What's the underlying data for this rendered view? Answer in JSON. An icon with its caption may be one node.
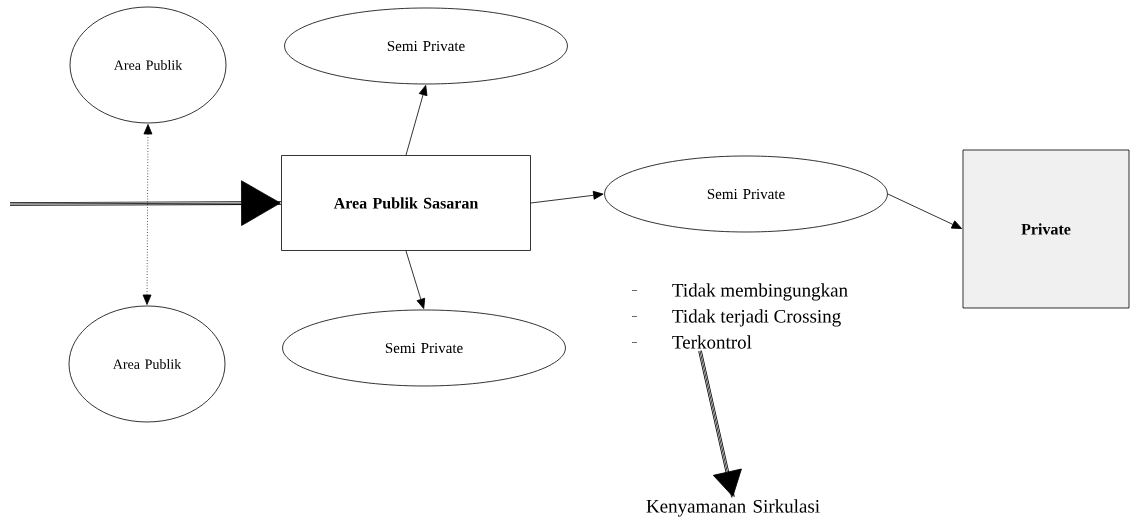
{
  "diagram": {
    "nodes": [
      {
        "text": [
          "Area Publik"
        ]
      },
      {
        "text": [
          "Area Publik"
        ]
      },
      {
        "text": [
          "Area Publik Sasaran"
        ]
      },
      {
        "text": [
          "Semi Private"
        ]
      },
      {
        "text": [
          "Semi Private"
        ]
      },
      {
        "text": [
          "Semi Private"
        ]
      },
      {
        "text": [
          "Private"
        ]
      },
      {
        "text": [
          "Tidak membingungkan",
          "Tidak terjadi Crossing",
          "Terkontrol"
        ]
      },
      {
        "text": [
          "Kenyamanan Sirkulasi"
        ]
      }
    ],
    "edges": [
      {
        "from": null,
        "to": 2,
        "arrow": "to",
        "style": "thick"
      },
      {
        "from": 0,
        "to": 1,
        "arrow": "both",
        "style": "dashed"
      },
      {
        "from": 2,
        "to": 3,
        "arrow": "to"
      },
      {
        "from": 2,
        "to": 4,
        "arrow": "to"
      },
      {
        "from": 2,
        "to": 5,
        "arrow": "to"
      },
      {
        "from": 5,
        "to": 6,
        "arrow": "to"
      },
      {
        "from": 7,
        "to": 8,
        "arrow": "to",
        "style": "thick"
      }
    ]
  }
}
